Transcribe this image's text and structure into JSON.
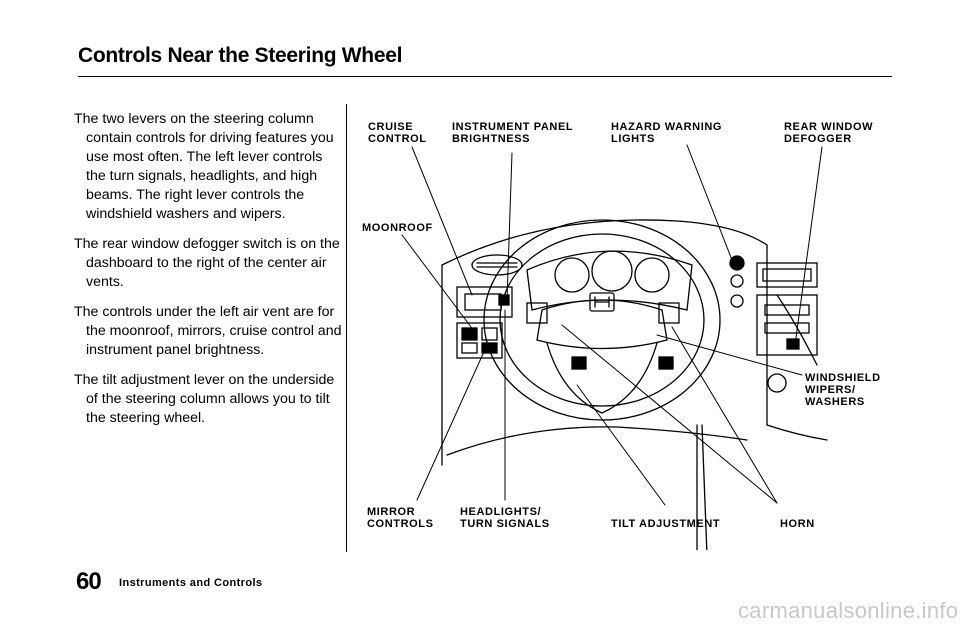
{
  "page": {
    "title": "Controls Near the Steering Wheel",
    "page_number": "60",
    "section": "Instruments and Controls",
    "watermark": "carmanualsonline.info"
  },
  "body": {
    "paragraphs": [
      "The two levers on the steering column contain controls for driving features you use most often. The left lever controls the turn signals, headlights, and high beams. The right lever controls the windshield washers and wipers.",
      "The rear window defogger switch is on the dashboard to the right of the center air vents.",
      "The controls under the left air vent are for the moonroof, mirrors, cruise control and instrument panel brightness.",
      "The tilt adjustment lever on the underside of the steering column allows you to tilt the steering wheel."
    ]
  },
  "diagram": {
    "labels": {
      "cruise_control": "CRUISE\nCONTROL",
      "instrument_panel_brightness": "INSTRUMENT  PANEL\n    BRIGHTNESS",
      "hazard_warning_lights": "HAZARD  WARNING\nLIGHTS",
      "rear_window_defogger": "REAR  WINDOW\nDEFOGGER",
      "moonroof": "MOONROOF",
      "windshield_wipers_washers": "WINDSHIELD\nWIPERS/\nWASHERS",
      "mirror_controls": "MIRROR\nCONTROLS",
      "headlights_turn_signals": "HEADLIGHTS/\nTURN  SIGNALS",
      "tilt_adjustment": "TILT  ADJUSTMENT",
      "horn": "HORN"
    }
  }
}
